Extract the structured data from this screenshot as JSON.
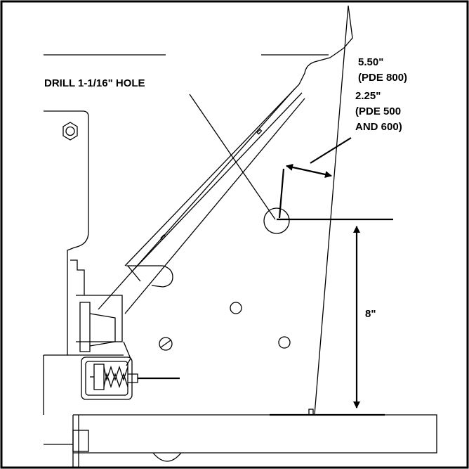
{
  "figure": {
    "callouts": {
      "drill": "DRILL 1-1/16\" HOLE",
      "dim_large_value": "5.50\"",
      "dim_large_model": "(PDE 800)",
      "dim_small_value": "2.25\"",
      "dim_small_models_line1": "(PDE 500",
      "dim_small_models_line2": "AND 600)",
      "height": "8\""
    }
  }
}
